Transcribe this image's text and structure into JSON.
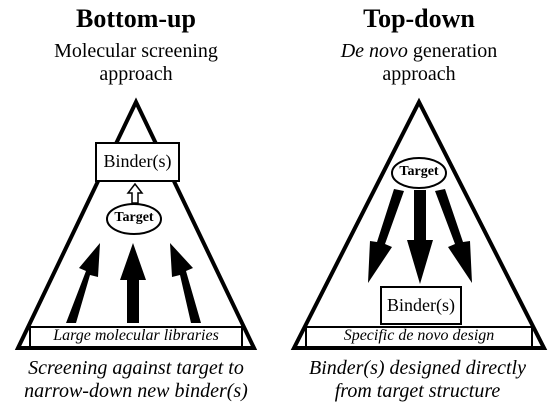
{
  "left": {
    "heading": "Bottom-up",
    "subtitle_line1": "Molecular screening",
    "subtitle_line2": "approach",
    "box_label": "Binder(s)",
    "target_label": "Target",
    "base_label": "Large molecular libraries",
    "caption_line1": "Screening against target to",
    "caption_line2": "narrow-down new binder(s)"
  },
  "right": {
    "heading": "Top-down",
    "subtitle_italic": "De novo",
    "subtitle_rest": " generation",
    "subtitle_line2": "approach",
    "box_label": "Binder(s)",
    "target_label": "Target",
    "base_label": "Specific de novo design",
    "caption_line1": "Binder(s) designed directly",
    "caption_line2": "from target structure"
  }
}
